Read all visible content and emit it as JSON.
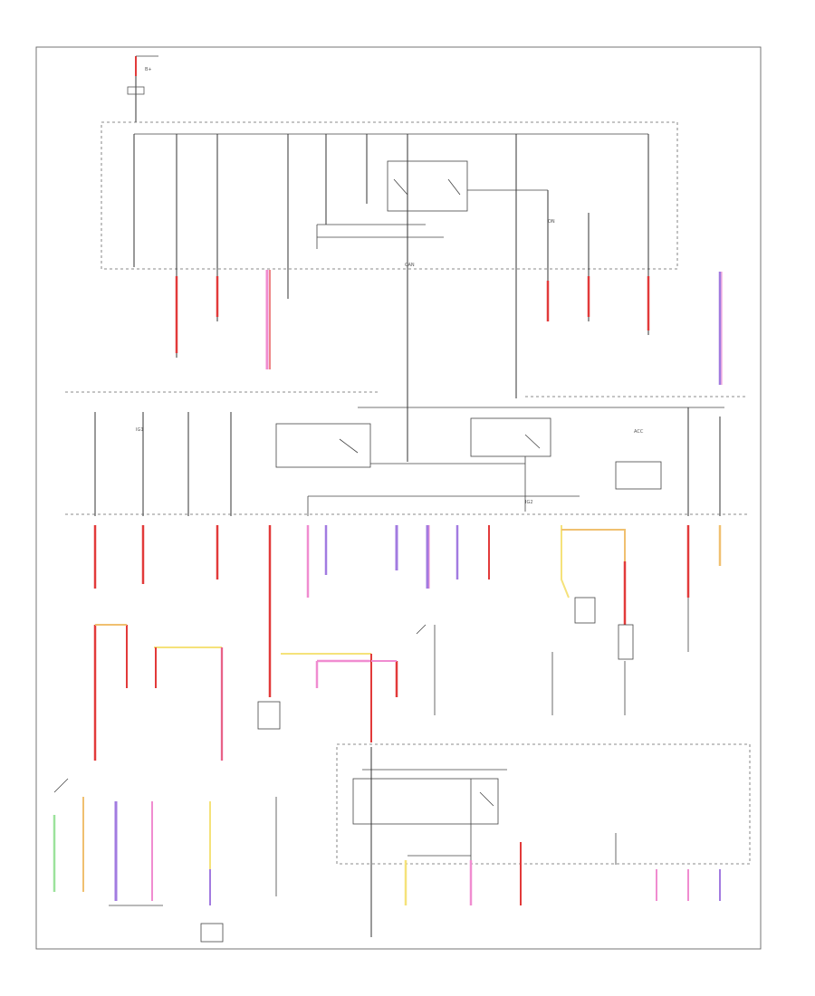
{
  "diagram": {
    "colors": {
      "red": "#e23a3a",
      "pink": "#f08cd0",
      "violet": "#a27be0",
      "yellow": "#f5e27a",
      "orange": "#f0c070",
      "green": "#9be29b",
      "line": "#333333"
    },
    "text_fragments": [
      "CAN",
      "B+",
      "ACC",
      "ON",
      "IG1",
      "IG2"
    ]
  }
}
